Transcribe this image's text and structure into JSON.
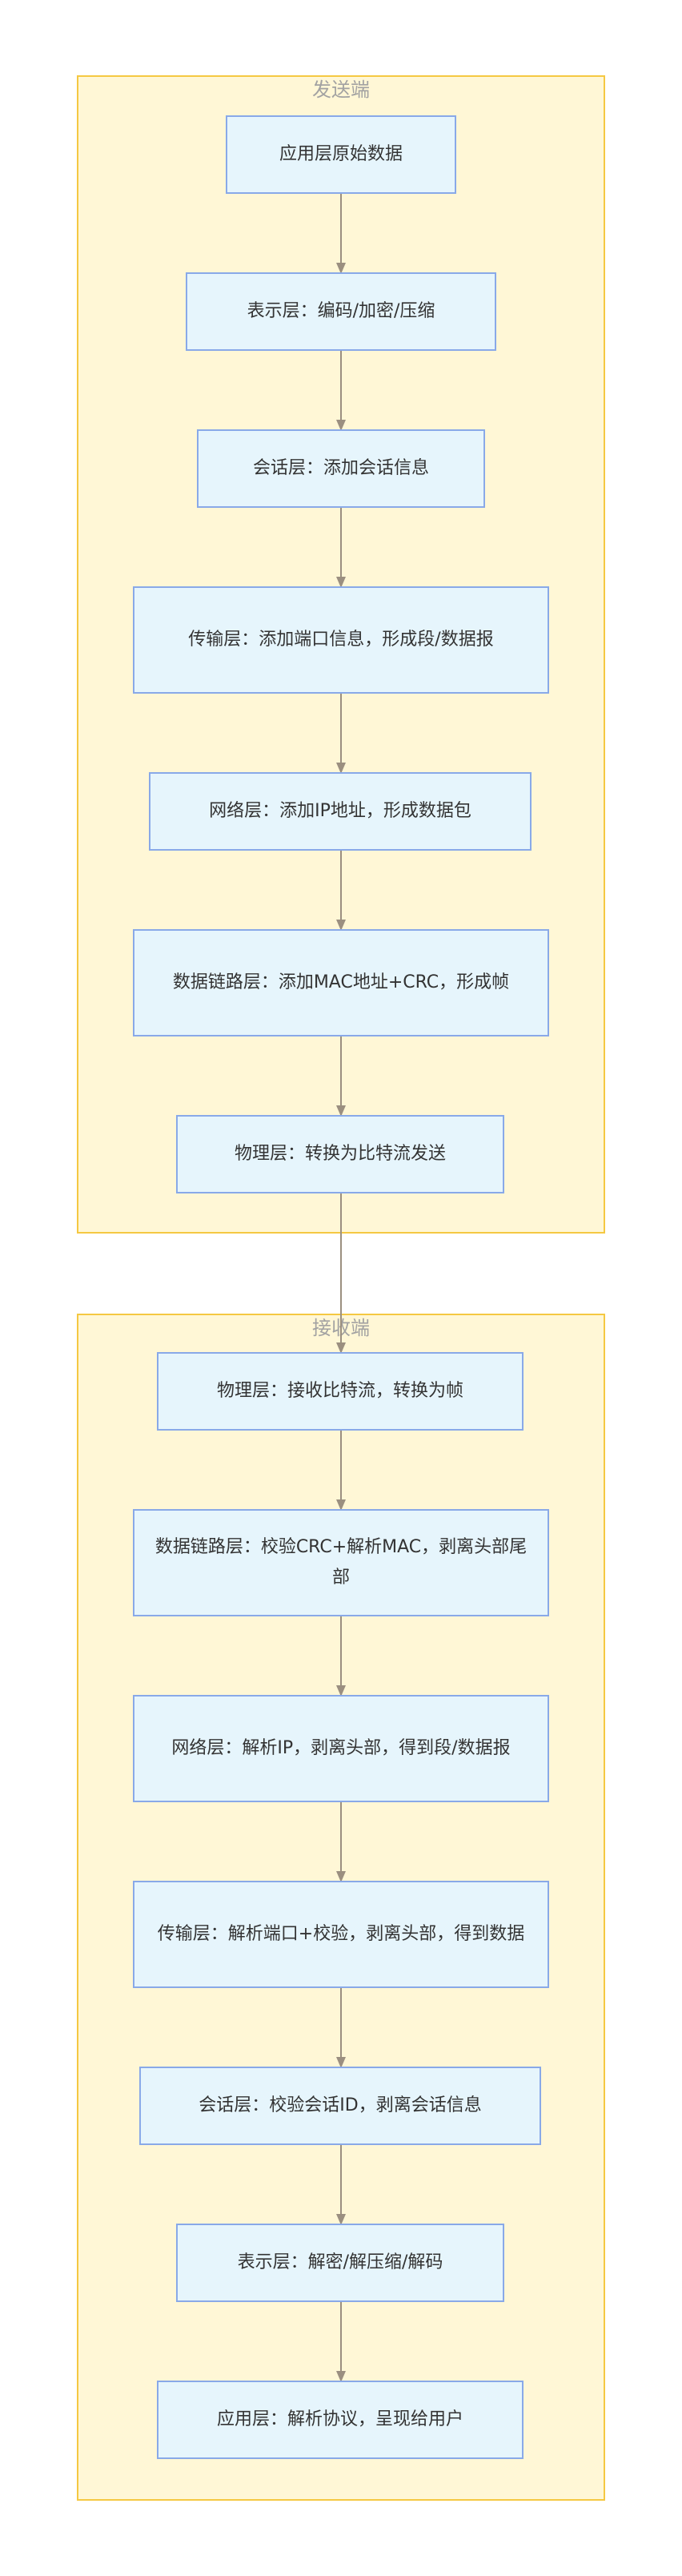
{
  "colors": {
    "group_fill": "#fff7d6",
    "group_border": "#f5c842",
    "node_fill": "#e6f5fc",
    "node_border": "#89a9e8",
    "arrow": "#9b8f80"
  },
  "sender": {
    "title": "发送端",
    "nodes": [
      "应用层原始数据",
      "表示层：编码/加密/压缩",
      "会话层：添加会话信息",
      "传输层：添加端口信息，形成段/数据报",
      "网络层：添加IP地址，形成数据包",
      "数据链路层：添加MAC地址+CRC，形成帧",
      "物理层：转换为比特流发送"
    ]
  },
  "receiver": {
    "title": "接收端",
    "nodes": [
      "物理层：接收比特流，转换为帧",
      "数据链路层：校验CRC+解析MAC，剥离头部尾部",
      "网络层：解析IP，剥离头部，得到段/数据报",
      "传输层：解析端口+校验，剥离头部，得到数据",
      "会话层：校验会话ID，剥离会话信息",
      "表示层：解密/解压缩/解码",
      "应用层：解析协议，呈现给用户"
    ]
  }
}
